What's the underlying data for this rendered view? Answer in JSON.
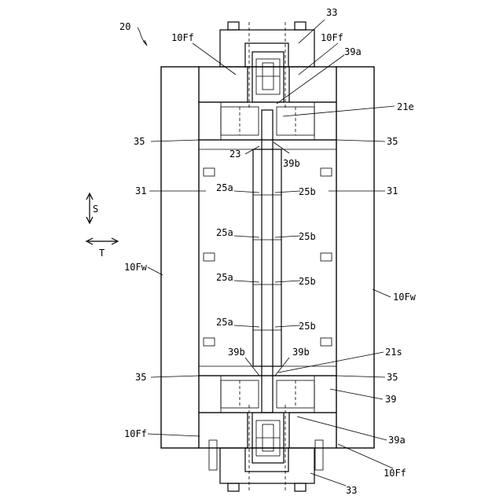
{
  "figure": {
    "ref": "20",
    "labels": {
      "frame_flange": "10Ff",
      "frame_wall": "10Fw",
      "bearing_ref": "33",
      "roller_a": "39a",
      "roller_b": "39b",
      "roller": "39",
      "edge_top": "21e",
      "edge_bottom": "21s",
      "seal": "35",
      "plate": "31",
      "separator": "23",
      "cell_a": "25a",
      "cell_b": "25b"
    },
    "axes": {
      "s": "S",
      "t": "T"
    }
  }
}
